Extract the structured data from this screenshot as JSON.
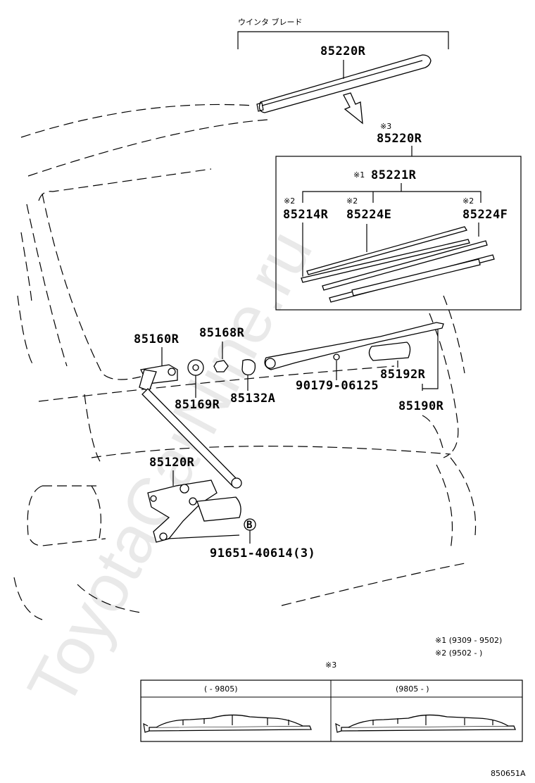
{
  "header": {
    "japanese_label": "ウインタ ブレード"
  },
  "watermark": "ToyotaCarNine.ru",
  "parts": {
    "blade_top": "85220R",
    "blade_detail": "85220R",
    "blade_detail_mark": "※3",
    "rubber_set": "85221R",
    "rubber_set_mark": "※1",
    "rubber_a": "85214R",
    "rubber_a_mark": "※2",
    "rubber_b": "85224E",
    "rubber_b_mark": "※2",
    "rubber_c": "85224F",
    "rubber_c_mark": "※2",
    "pivot": "85160R",
    "nut": "85168R",
    "washer": "85169R",
    "cap": "85132A",
    "nut_small": "90179-06125",
    "arm_cover": "85192R",
    "arm": "85190R",
    "motor": "85120R",
    "bolt": "91651-40614(3)",
    "bolt_mark": "B"
  },
  "notes": {
    "note1": "※1 (9309 - 9502)",
    "note2": "※2 (9502 -        )"
  },
  "table": {
    "mark": "※3",
    "col1_header": "(       - 9805)",
    "col2_header": "(9805 -        )"
  },
  "footer": {
    "code": "850651A"
  }
}
